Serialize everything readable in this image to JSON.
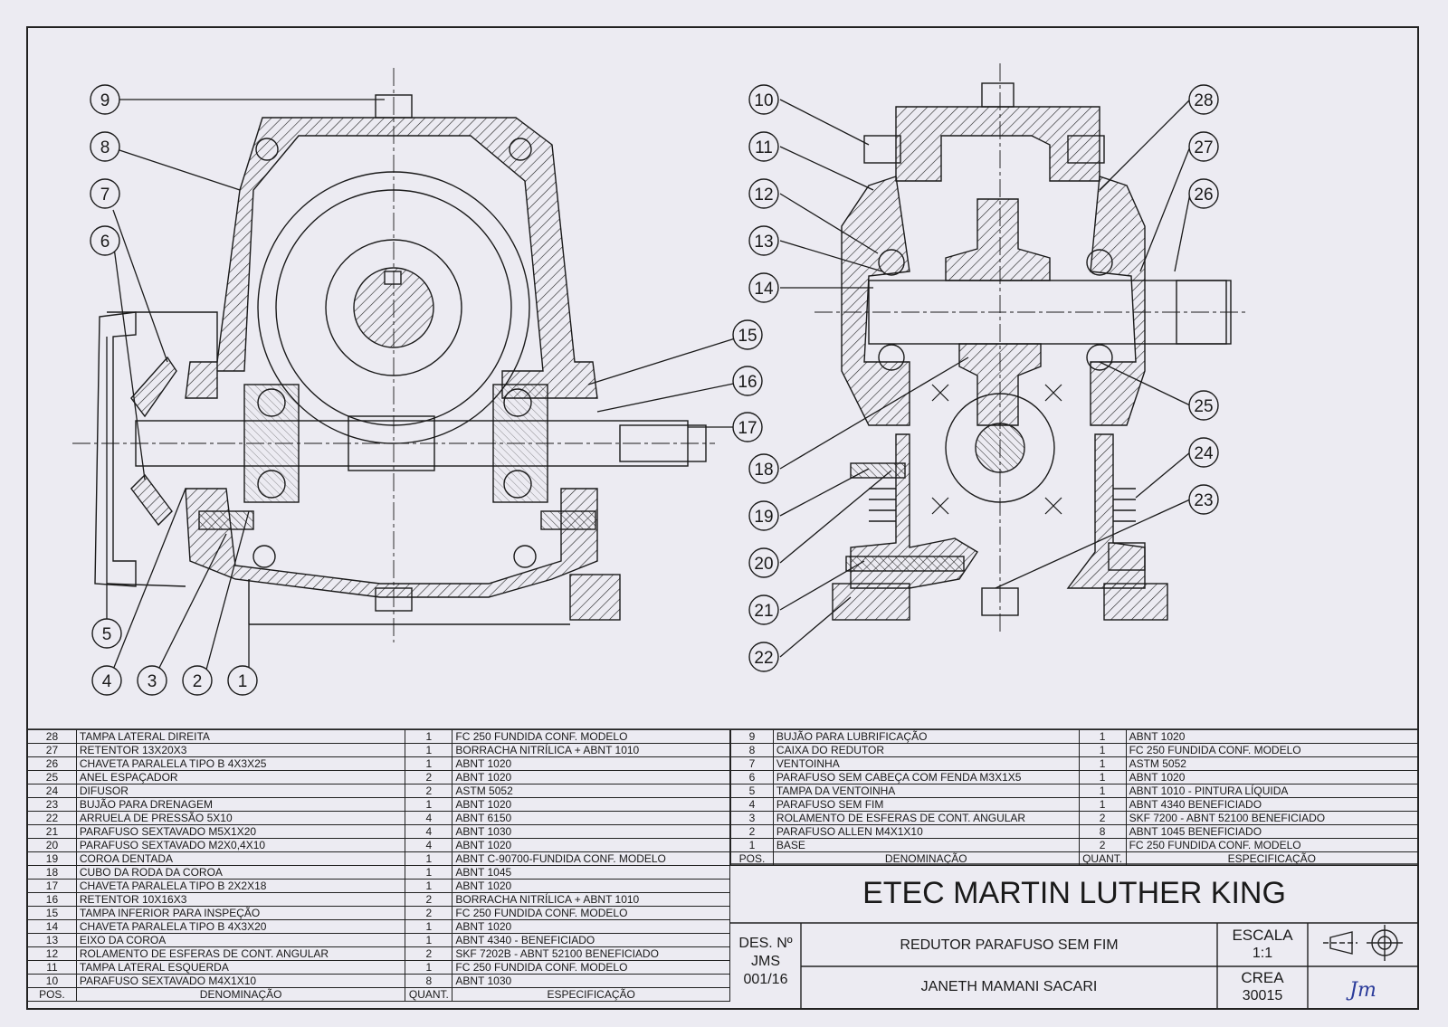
{
  "callouts_left": [
    "9",
    "8",
    "7",
    "6",
    "15",
    "16",
    "17",
    "5",
    "4",
    "3",
    "2",
    "1"
  ],
  "callouts_right": [
    "10",
    "11",
    "12",
    "13",
    "14",
    "18",
    "19",
    "20",
    "21",
    "22",
    "28",
    "27",
    "26",
    "25",
    "24",
    "23"
  ],
  "parts_left": [
    {
      "pos": "28",
      "name": "TAMPA LATERAL DIREITA",
      "qty": "1",
      "spec": "FC 250 FUNDIDA CONF. MODELO"
    },
    {
      "pos": "27",
      "name": "RETENTOR 13X20X3",
      "qty": "1",
      "spec": "BORRACHA NITRÍLICA + ABNT 1010"
    },
    {
      "pos": "26",
      "name": "CHAVETA PARALELA TIPO B 4X3X25",
      "qty": "1",
      "spec": "ABNT 1020"
    },
    {
      "pos": "25",
      "name": "ANEL ESPAÇADOR",
      "qty": "2",
      "spec": "ABNT 1020"
    },
    {
      "pos": "24",
      "name": "DIFUSOR",
      "qty": "2",
      "spec": "ASTM 5052"
    },
    {
      "pos": "23",
      "name": "BUJÃO  PARA DRENAGEM",
      "qty": "1",
      "spec": "ABNT 1020"
    },
    {
      "pos": "22",
      "name": "ARRUELA DE PRESSÃO 5X10",
      "qty": "4",
      "spec": "ABNT 6150"
    },
    {
      "pos": "21",
      "name": "PARAFUSO SEXTAVADO M5X1X20",
      "qty": "4",
      "spec": "ABNT 1030"
    },
    {
      "pos": "20",
      "name": "PARAFUSO SEXTAVADO M2X0,4X10",
      "qty": "4",
      "spec": "ABNT 1020"
    },
    {
      "pos": "19",
      "name": "COROA DENTADA",
      "qty": "1",
      "spec": "ABNT C-90700-FUNDIDA CONF. MODELO"
    },
    {
      "pos": "18",
      "name": "CUBO DA RODA DA COROA",
      "qty": "1",
      "spec": "ABNT 1045"
    },
    {
      "pos": "17",
      "name": "CHAVETA PARALELA TIPO B 2X2X18",
      "qty": "1",
      "spec": "ABNT 1020"
    },
    {
      "pos": "16",
      "name": "RETENTOR 10X16X3",
      "qty": "2",
      "spec": "BORRACHA NITRÍLICA + ABNT 1010"
    },
    {
      "pos": "15",
      "name": "TAMPA INFERIOR PARA INSPEÇÃO",
      "qty": "2",
      "spec": "FC 250 FUNDIDA CONF. MODELO"
    },
    {
      "pos": "14",
      "name": "CHAVETA PARALELA TIPO B 4X3X20",
      "qty": "1",
      "spec": "ABNT 1020"
    },
    {
      "pos": "13",
      "name": "EIXO DA COROA",
      "qty": "1",
      "spec": "ABNT 4340 - BENEFICIADO"
    },
    {
      "pos": "12",
      "name": "ROLAMENTO  DE ESFERAS DE CONT. ANGULAR",
      "qty": "2",
      "spec": "SKF 7202B - ABNT 52100 BENEFICIADO"
    },
    {
      "pos": "11",
      "name": "TAMPA LATERAL ESQUERDA",
      "qty": "1",
      "spec": "FC 250 FUNDIDA CONF. MODELO"
    },
    {
      "pos": "10",
      "name": "PARAFUSO SEXTAVADO M4X1X10",
      "qty": "8",
      "spec": "ABNT 1030"
    }
  ],
  "parts_right": [
    {
      "pos": "9",
      "name": "BUJÃO PARA LUBRIFICAÇÃO",
      "qty": "1",
      "spec": "ABNT 1020"
    },
    {
      "pos": "8",
      "name": "CAIXA DO REDUTOR",
      "qty": "1",
      "spec": "FC 250 FUNDIDA CONF. MODELO"
    },
    {
      "pos": "7",
      "name": "VENTOINHA",
      "qty": "1",
      "spec": "ASTM 5052"
    },
    {
      "pos": "6",
      "name": "PARAFUSO SEM CABEÇA COM FENDA M3X1X5",
      "qty": "1",
      "spec": "ABNT 1020"
    },
    {
      "pos": "5",
      "name": "TAMPA DA VENTOINHA",
      "qty": "1",
      "spec": "ABNT 1010 - PINTURA LÍQUIDA"
    },
    {
      "pos": "4",
      "name": "PARAFUSO SEM FIM",
      "qty": "1",
      "spec": "ABNT 4340 BENEFICIADO"
    },
    {
      "pos": "3",
      "name": "ROLAMENTO DE ESFERAS DE CONT. ANGULAR",
      "qty": "2",
      "spec": "SKF 7200 - ABNT 52100 BENEFICIADO"
    },
    {
      "pos": "2",
      "name": "PARAFUSO ALLEN M4X1X10",
      "qty": "8",
      "spec": "ABNT 1045 BENEFICIADO"
    },
    {
      "pos": "1",
      "name": "BASE",
      "qty": "2",
      "spec": "FC 250 FUNDIDA CONF. MODELO"
    }
  ],
  "headers": {
    "pos": "POS.",
    "name": "DENOMINAÇÃO",
    "qty": "QUANT.",
    "spec": "ESPECIFICAÇÃO"
  },
  "title_block": {
    "school": "ETEC MARTIN LUTHER KING",
    "des_label": "DES. Nº",
    "des_code": "JMS",
    "des_num": "001/16",
    "drawing_title": "REDUTOR PARAFUSO SEM FIM",
    "author": "JANETH MAMANI SACARI",
    "scale_label": "ESCALA",
    "scale_value": "1:1",
    "crea_label": "CREA",
    "crea_value": "30015",
    "signature": "Jm"
  },
  "colors": {
    "paper": "#ecebf2",
    "ink": "#1a1a1a",
    "signature": "#2b3b9a"
  }
}
